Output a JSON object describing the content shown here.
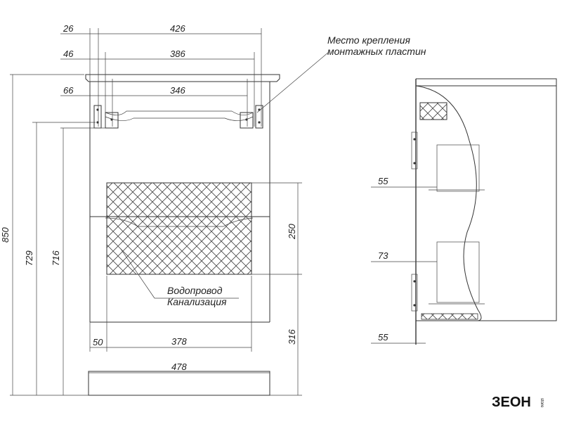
{
  "front": {
    "dims_top": [
      "26",
      "426",
      "46",
      "386",
      "66",
      "346"
    ],
    "dims_left": [
      "850",
      "729",
      "716"
    ],
    "dims_right": [
      "250",
      "316"
    ],
    "dims_bottom": [
      "50",
      "378",
      "478"
    ]
  },
  "side": {
    "dims": [
      "55",
      "73",
      "55"
    ]
  },
  "notes": {
    "mount": [
      "Место крепления",
      "монтажных пластин"
    ],
    "utilities": [
      "Водопровод",
      "Канализация"
    ]
  },
  "logo": {
    "text": "ЗЕОН",
    "small": "store"
  }
}
